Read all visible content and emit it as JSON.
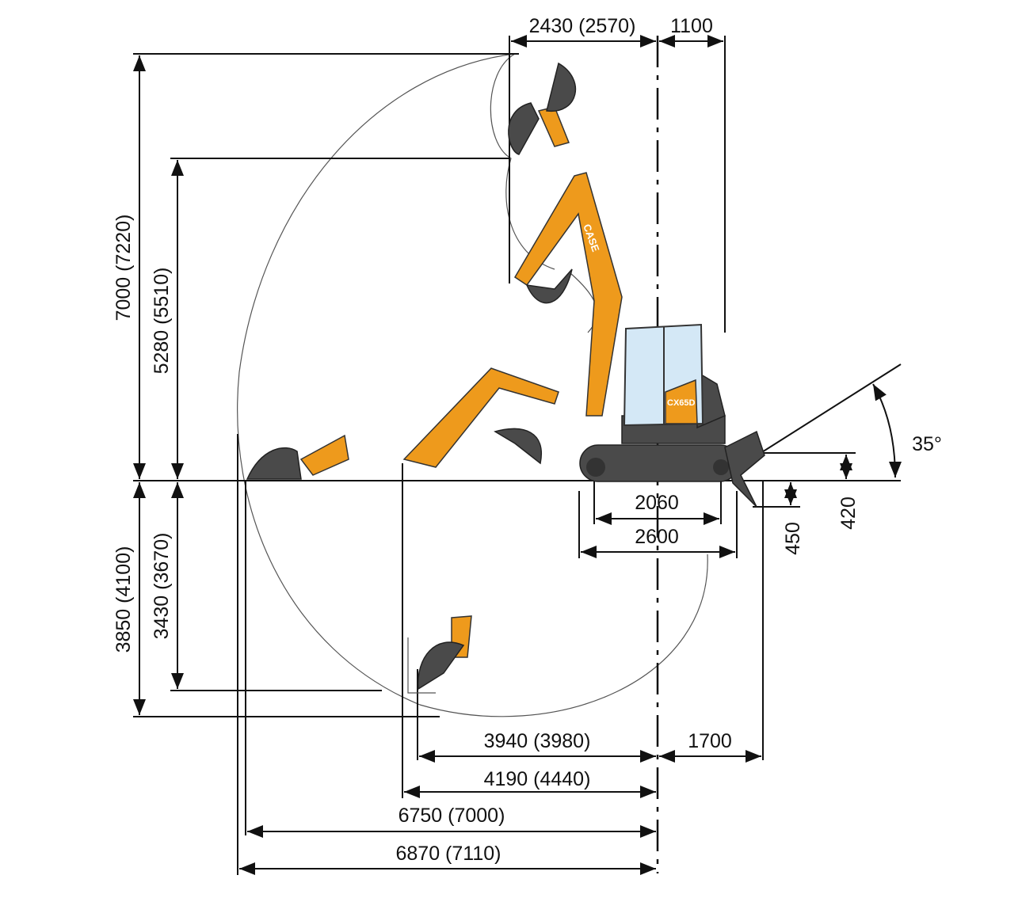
{
  "diagram": {
    "brand": "CASE",
    "model": "CX65D",
    "dimensions": {
      "reach_top_front": "2430 (2570)",
      "tail_swing": "1100",
      "max_height": "7000 (7220)",
      "dump_height": "5280 (5510)",
      "max_dig_depth": "3850 (4100)",
      "vertical_wall_depth": "3430 (3670)",
      "track_center": "2060",
      "track_length": "2600",
      "blade_lower": "450",
      "blade_raise": "420",
      "blade_angle": "35°",
      "min_swing_radius": "3940 (3980)",
      "blade_reach": "1700",
      "reach_min": "4190 (4440)",
      "reach_ground": "6750 (7000)",
      "max_reach": "6870 (7110)"
    }
  }
}
